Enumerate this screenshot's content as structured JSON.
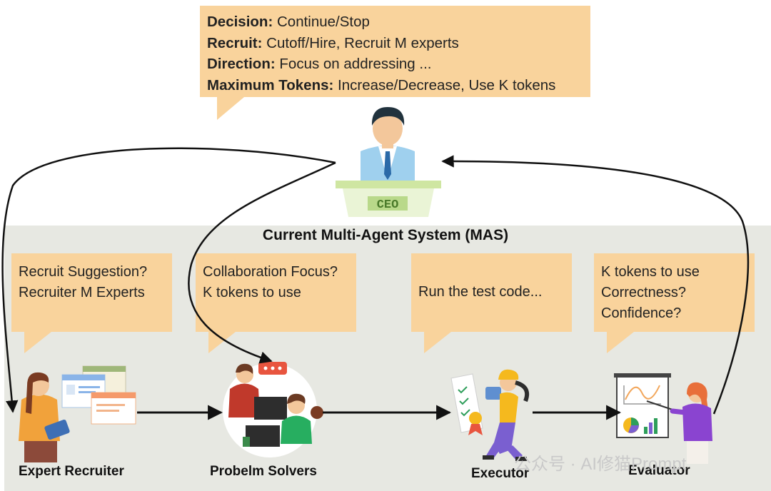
{
  "ceo_bubble": {
    "lines": [
      {
        "label": "Decision:",
        "text": "Continue/Stop"
      },
      {
        "label": "Recruit:",
        "text": "Cutoff/Hire, Recruit M experts"
      },
      {
        "label": "Direction:",
        "text": "Focus on addressing ..."
      },
      {
        "label": "Maximum Tokens:",
        "text": "Increase/Decrease, Use K tokens"
      }
    ]
  },
  "ceo": {
    "badge": "CEO"
  },
  "system": {
    "title": "Current Multi-Agent System (MAS)"
  },
  "agents": [
    {
      "name": "Expert Recruiter",
      "bubble": [
        "Recruit Suggestion?",
        "Recruiter M Experts"
      ]
    },
    {
      "name": "Probelm Solvers",
      "bubble": [
        "Collaboration Focus?",
        "K tokens to use"
      ]
    },
    {
      "name": "Executor",
      "bubble": [
        "Run the test code..."
      ]
    },
    {
      "name": "Evaluator",
      "bubble": [
        "K tokens to use",
        "Correctness?",
        "Confidence?"
      ]
    }
  ],
  "watermark": "公众号 · AI修猫Prompt",
  "colors": {
    "bubble": "#f9d39c",
    "panel": "#e7e8e2",
    "arrow": "#111111"
  }
}
